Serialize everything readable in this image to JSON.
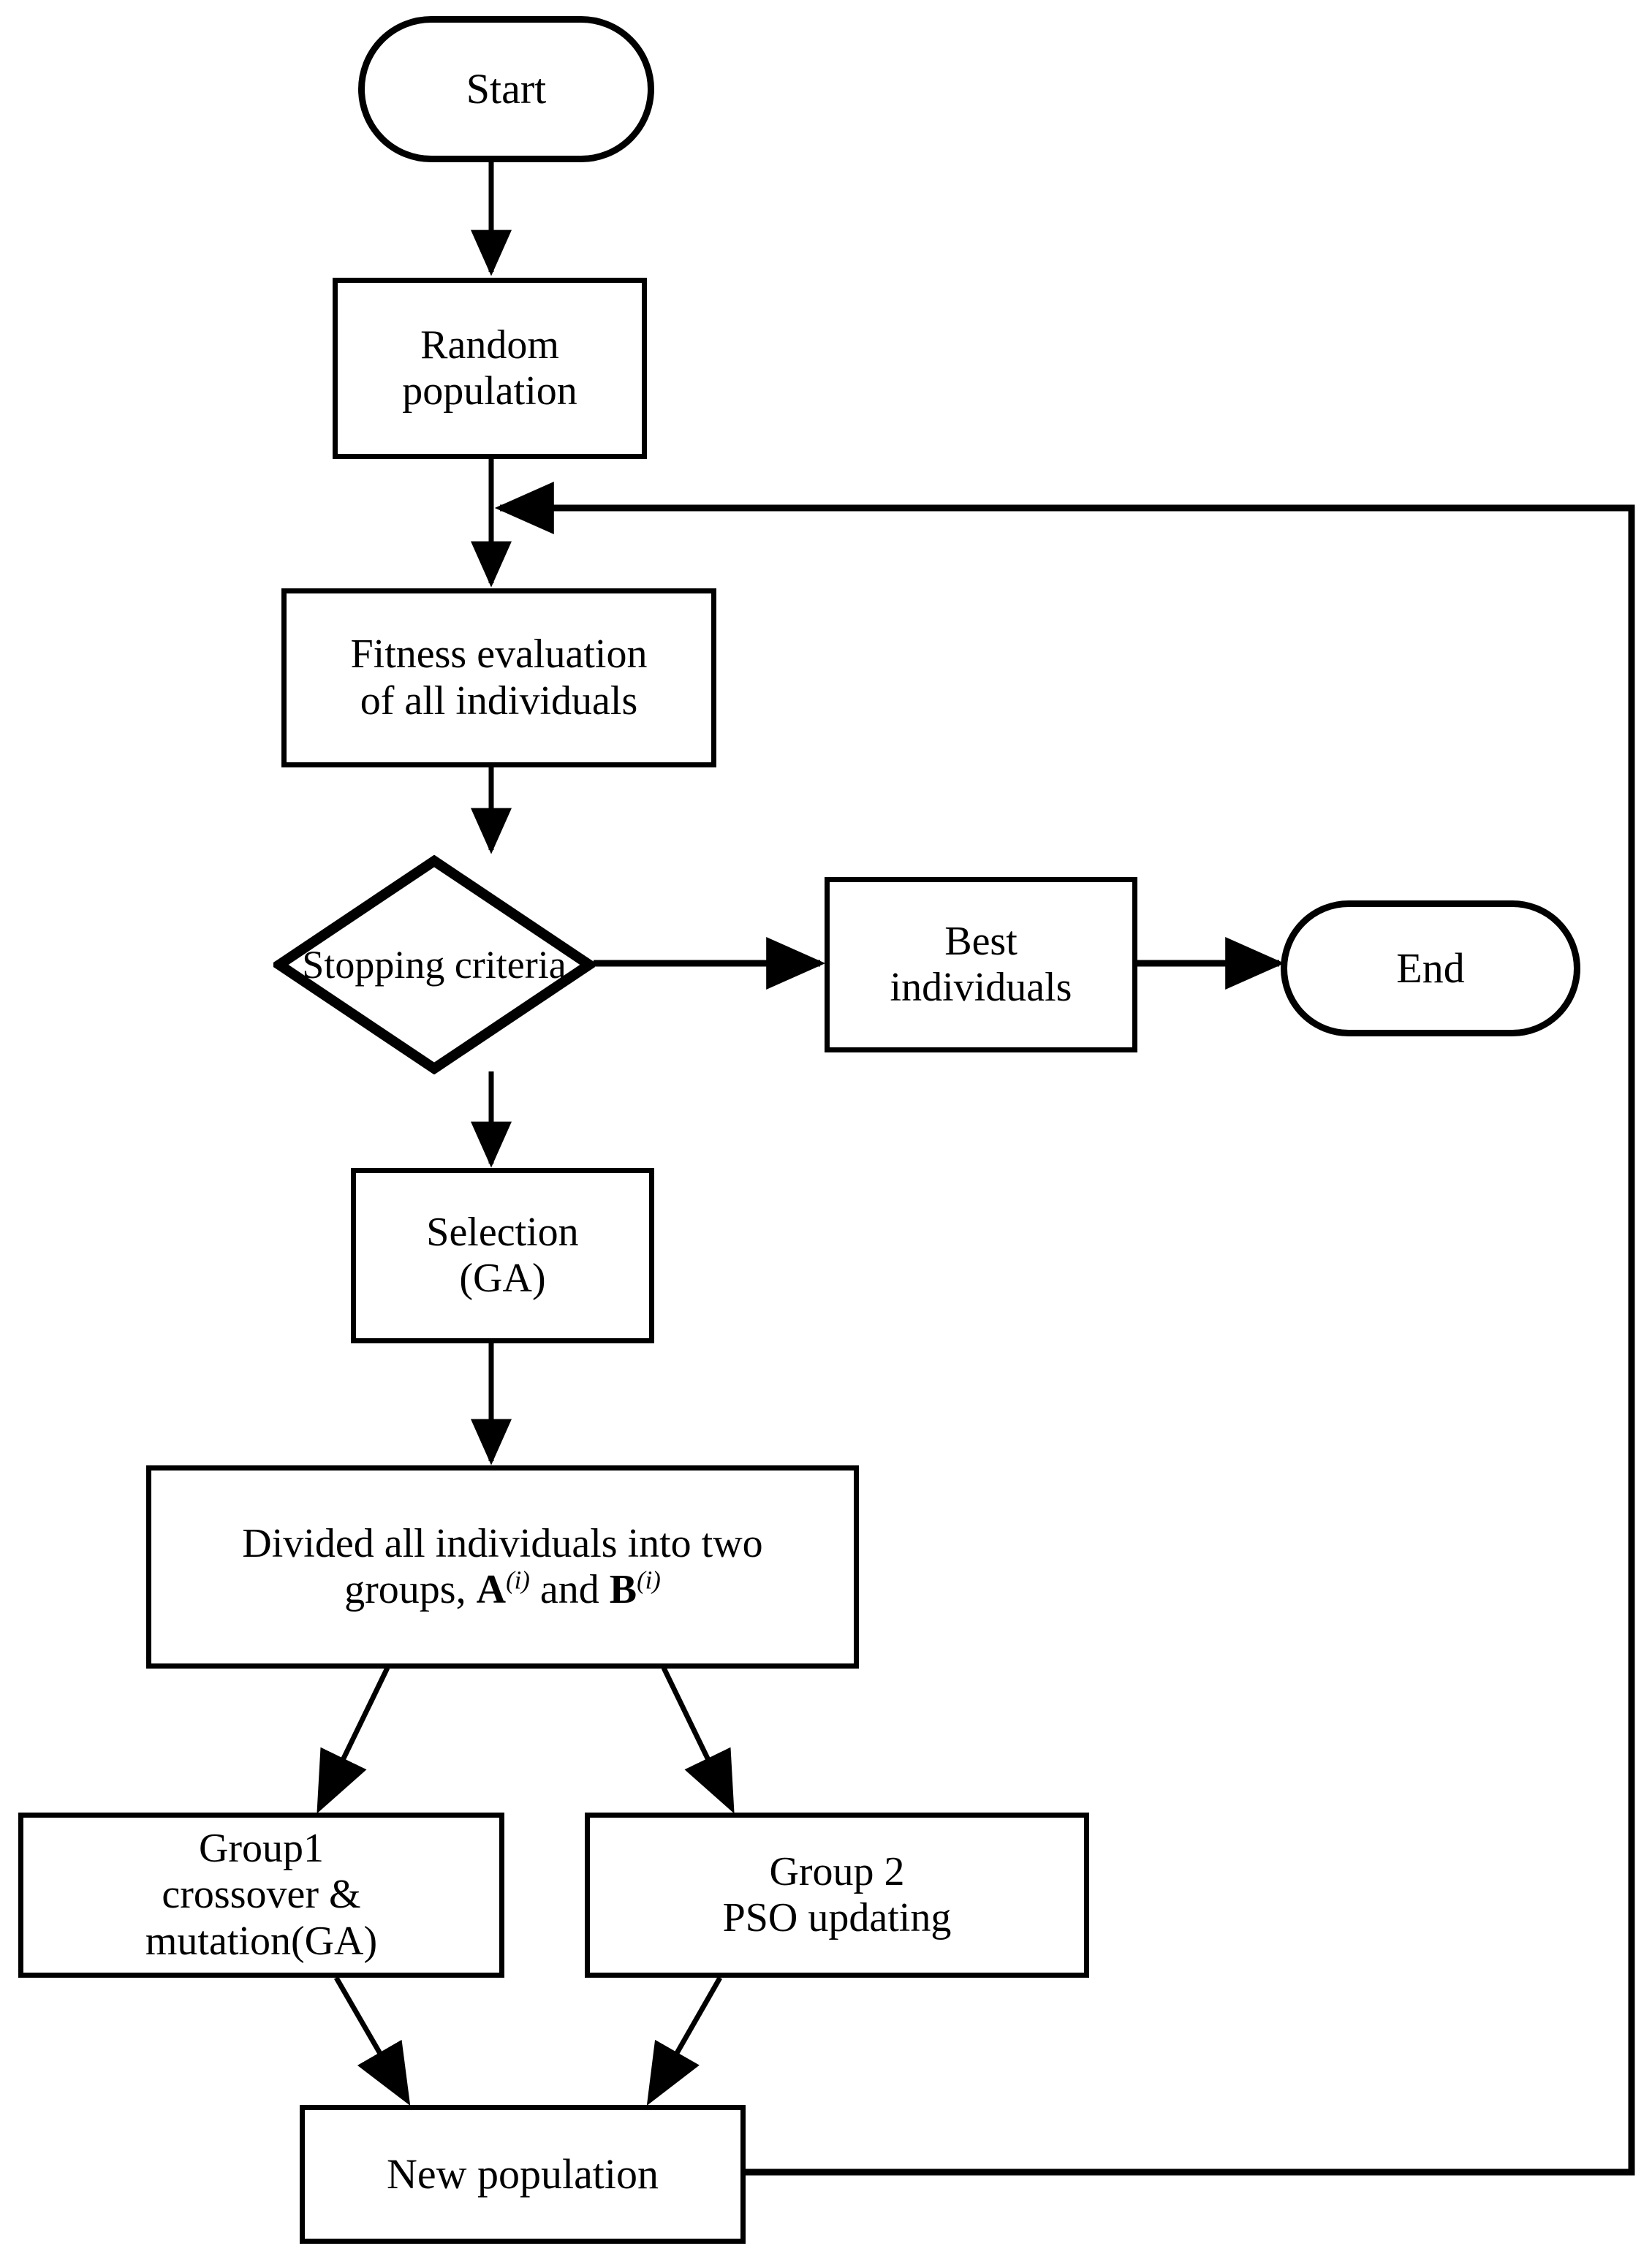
{
  "diagram": {
    "title": "Hybrid GA-PSO algorithm flowchart",
    "type": "flowchart",
    "background_color": "#ffffff",
    "line_color": "#000000",
    "text_color": "#000000"
  },
  "nodes": {
    "start": {
      "label": "Start",
      "shape": "stadium"
    },
    "random_population": {
      "line1": "Random",
      "line2": "population",
      "shape": "rectangle"
    },
    "fitness_evaluation": {
      "line1": "Fitness evaluation",
      "line2": "of all individuals",
      "shape": "rectangle"
    },
    "stopping_criteria": {
      "label": "Stopping criteria",
      "shape": "diamond"
    },
    "best_individuals": {
      "line1": "Best",
      "line2": "individuals",
      "shape": "rectangle"
    },
    "end": {
      "label": "End",
      "shape": "stadium"
    },
    "selection": {
      "line1": "Selection",
      "line2": "(GA)",
      "shape": "rectangle"
    },
    "divided": {
      "line1": "Divided all individuals into two",
      "line2_prefix": "groups, ",
      "group_a_symbol": "A",
      "group_a_superscript": "(i)",
      "line2_middle": " and ",
      "group_b_symbol": "B",
      "group_b_superscript": "(i)",
      "shape": "rectangle"
    },
    "group1": {
      "line1": "Group1",
      "line2": "crossover &",
      "line3": "mutation(GA)",
      "shape": "rectangle"
    },
    "group2": {
      "line1": "Group 2",
      "line2": "PSO updating",
      "shape": "rectangle"
    },
    "new_population": {
      "label": "New population",
      "shape": "rectangle"
    }
  },
  "edges": [
    {
      "from": "start",
      "to": "random_population",
      "kind": "arrow-down"
    },
    {
      "from": "random_population",
      "to": "fitness_evaluation",
      "kind": "arrow-down"
    },
    {
      "from": "fitness_evaluation",
      "to": "stopping_criteria",
      "kind": "arrow-down"
    },
    {
      "from": "stopping_criteria",
      "to": "best_individuals",
      "kind": "arrow-right"
    },
    {
      "from": "best_individuals",
      "to": "end",
      "kind": "arrow-right"
    },
    {
      "from": "stopping_criteria",
      "to": "selection",
      "kind": "arrow-down"
    },
    {
      "from": "selection",
      "to": "divided",
      "kind": "arrow-down"
    },
    {
      "from": "divided",
      "to": "group1",
      "kind": "arrow-diagonal-left"
    },
    {
      "from": "divided",
      "to": "group2",
      "kind": "arrow-diagonal-right"
    },
    {
      "from": "group1",
      "to": "new_population",
      "kind": "arrow-diagonal-right"
    },
    {
      "from": "group2",
      "to": "new_population",
      "kind": "arrow-diagonal-left"
    },
    {
      "from": "new_population",
      "to": "fitness_evaluation",
      "kind": "feedback-loop-right"
    }
  ]
}
